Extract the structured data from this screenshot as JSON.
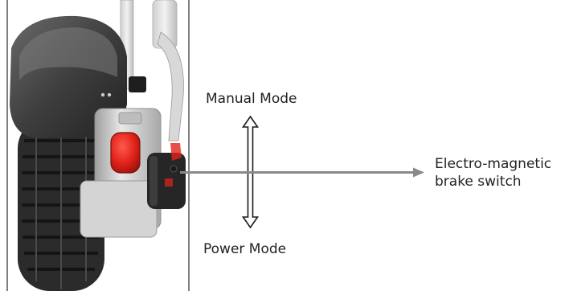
{
  "labels": {
    "manual_mode": "Manual Mode",
    "power_mode": "Power Mode",
    "brake_line1": "Electro-magnetic",
    "brake_line2": "brake switch"
  },
  "colors": {
    "pointer_arrow": "#8a8a8a",
    "double_arrow_stroke": "#1a1a1a",
    "switch_red": "#e2231a",
    "tire": "#2b2b2b",
    "fender": "#4a4a4a",
    "motor_hub": "#c9c9c9"
  },
  "icons": {
    "photo": "wheelchair-rear-wheel-photo",
    "mode_arrow": "double-headed-vertical-arrow",
    "pointer": "right-pointer-arrow"
  }
}
